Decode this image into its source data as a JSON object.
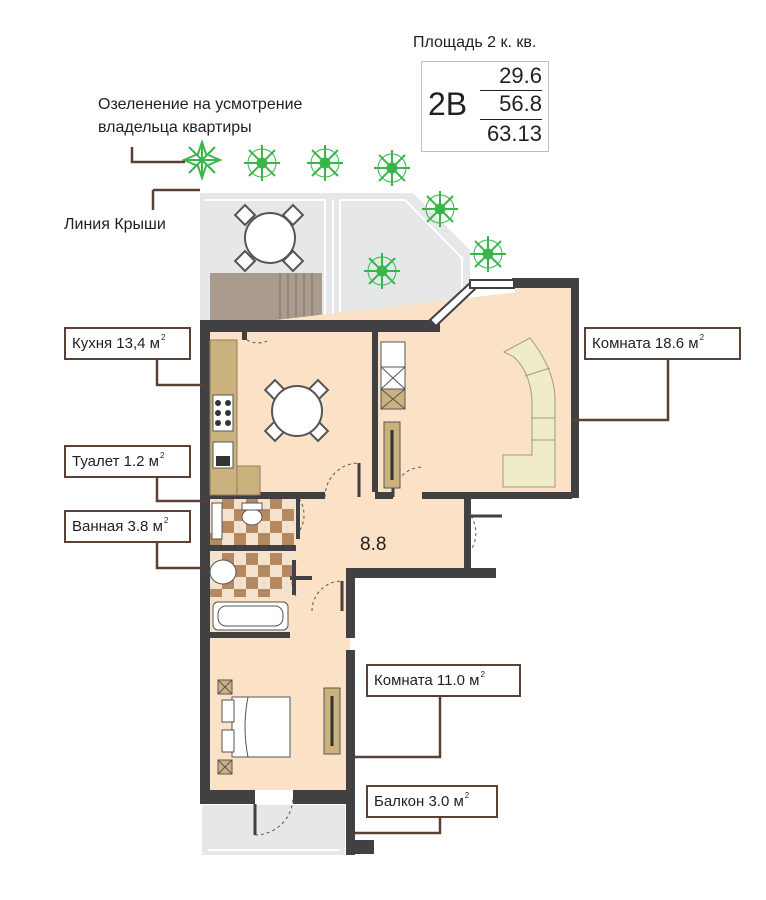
{
  "title": "Площадь 2 к. кв.",
  "apartment": {
    "code": "2В",
    "living_area": "29.6",
    "total_area": "56.8",
    "total_with_balcony": "63.13"
  },
  "annotations": {
    "greenery_line1": "Озеленение на усмотрение",
    "greenery_line2": "владельца квартиры",
    "roof_line": "Линия Крыши"
  },
  "rooms": {
    "kitchen": {
      "label": "Кухня 13,4 м",
      "sup": "2"
    },
    "toilet": {
      "label": "Туалет 1.2 м",
      "sup": "2"
    },
    "bathroom": {
      "label": "Ванная 3.8 м",
      "sup": "2"
    },
    "room_large": {
      "label": "Комната 18.6 м",
      "sup": "2"
    },
    "room_small": {
      "label": "Комната 11.0 м",
      "sup": "2"
    },
    "balcony": {
      "label": "Балкон 3.0 м",
      "sup": "2"
    },
    "hall_area": "8.8"
  },
  "colors": {
    "wall": "#414042",
    "floor": "#fbe1c5",
    "terrace": "#e6e7e8",
    "leader": "#5a4135",
    "plant": "#39b54a",
    "kitchen_counter": "#c9b27d",
    "tile_dark": "#b48a62",
    "tile_light": "#f4e2cc"
  }
}
